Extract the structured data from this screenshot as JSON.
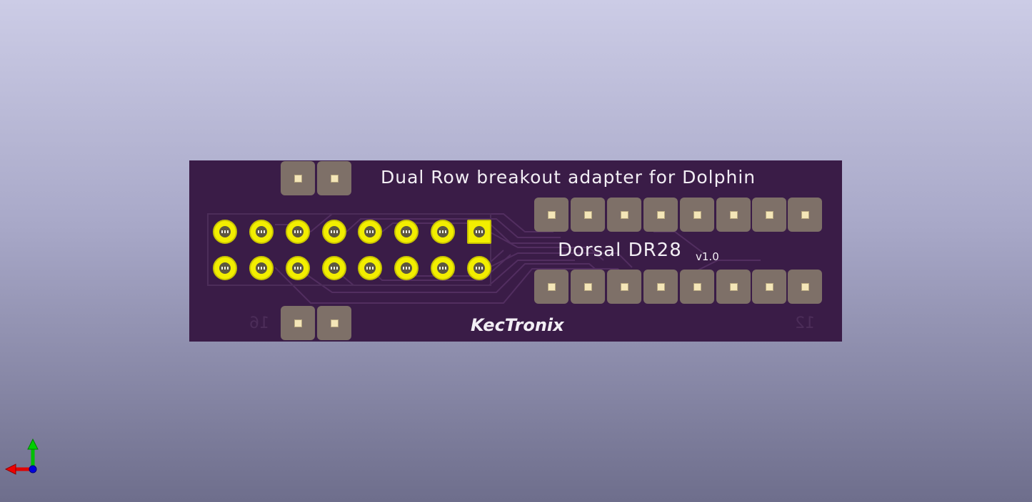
{
  "board": {
    "title": "Dual Row breakout adapter for Dolphin",
    "model": "Dorsal DR28",
    "version": "v1.0",
    "brand": "KecTronix",
    "ghost_left": "16",
    "ghost_right": "12"
  },
  "colors": {
    "background_top": "#cccce6",
    "background_bottom": "#6e6e8c",
    "pcb": "#3a1c47",
    "silkscreen": "#f2eef4",
    "pad_copper": "#7e7068",
    "through_hole": "#f2ee00",
    "axis_x": "#e00000",
    "axis_y": "#00c000",
    "axis_z": "#0000e0"
  },
  "icons": {
    "axis_gizmo": "xyz-axis-icon"
  }
}
